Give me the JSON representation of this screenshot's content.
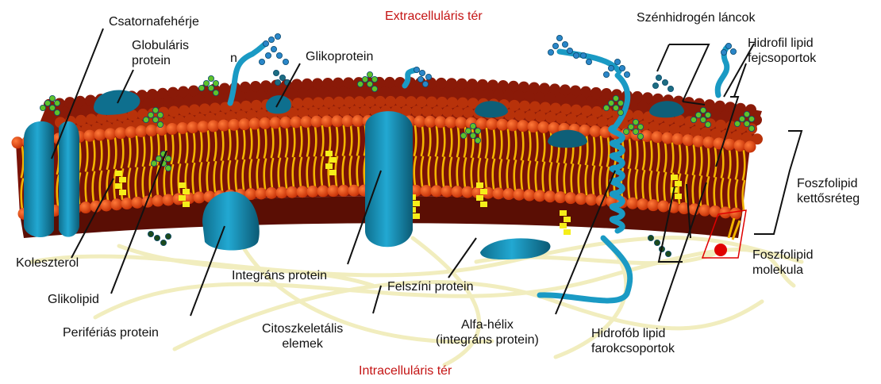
{
  "title": "",
  "regions": {
    "extracellular": "Extracelluláris tér",
    "intracellular": "Intracelluláris tér"
  },
  "labels": {
    "channel_protein": "Csatornafehérje",
    "globular_protein": "Globuláris\nprotein",
    "glycoprotein": "Glikoprotein",
    "hydrocarbon_chains": "Szénhidrogén láncok",
    "hydrophilic_heads": "Hidrofil lipid\nfejcsoportok",
    "phospholipid_bilayer": "Foszfolipid\nkettősréteg",
    "phospholipid_molecule": "Foszfolipid\nmolekula",
    "cholesterol": "Koleszterol",
    "glycolipid": "Glikolipid",
    "peripheral_protein": "Perifériás protein",
    "integral_protein": "Integráns protein",
    "surface_protein": "Felszíni protein",
    "cytoskeletal_elements": "Citoszkeletális\nelemek",
    "alpha_helix": "Alfa-hélix\n(integráns protein)",
    "hydrophobic_tails": "Hidrofób lipid\nfarokcsoportok",
    "cut_fragment": "n"
  },
  "colors": {
    "region_text": "#c41414",
    "head": "#e0420a",
    "head_dark": "#8a1a08",
    "membrane_body": "#7a1206",
    "tail": "#f2b400",
    "protein": "#1a9ac4",
    "protein_dark": "#0e5f78",
    "sugar": "#2a86c8",
    "glycolipid_sugar": "#5ec22a",
    "cholesterol": "#f5ee1a",
    "cytoskeleton": "#f0ecb8",
    "highlight_box": "#e00000"
  }
}
